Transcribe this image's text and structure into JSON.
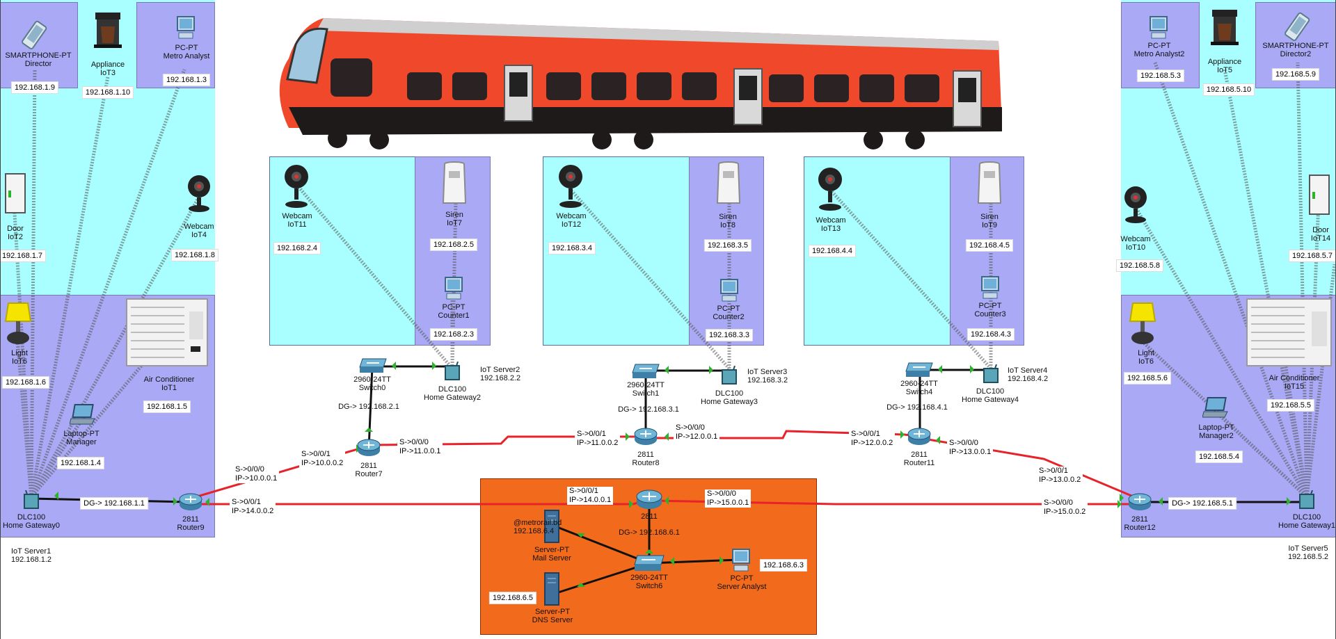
{
  "iot_left": {
    "smartphone": {
      "type": "SMARTPHONE-PT",
      "name": "Director",
      "ip": "192.168.1.9"
    },
    "appliance": {
      "type": "Appliance",
      "name": "IoT3",
      "ip": "192.168.1.10"
    },
    "pc": {
      "type": "PC-PT",
      "name": "Metro Analyst",
      "ip": "192.168.1.3"
    },
    "door": {
      "type": "Door",
      "name": "IoT2",
      "ip": "192.168.1.7"
    },
    "webcam": {
      "type": "Webcam",
      "name": "IoT4",
      "ip": "192.168.1.8"
    },
    "light": {
      "type": "Light",
      "name": "IoT6",
      "ip": "192.168.1.6"
    },
    "ac": {
      "type": "Air Conditioner",
      "name": "IoT1",
      "ip": "192.168.1.5"
    },
    "laptop": {
      "type": "Laptop-PT",
      "name": "Manager",
      "ip": "192.168.1.4"
    },
    "gateway": {
      "type": "DLC100",
      "name": "Home Gateway0"
    },
    "router": {
      "type": "2811",
      "name": "Router9"
    },
    "dg": "DG-> 192.168.1.1",
    "server": {
      "name": "IoT Server1",
      "ip": "192.168.1.2"
    }
  },
  "iot_right": {
    "pc": {
      "type": "PC-PT",
      "name": "Metro Analyst2",
      "ip": "192.168.5.3"
    },
    "appliance": {
      "type": "Appliance",
      "name": "IoT5",
      "ip": "192.168.5.10"
    },
    "smartphone": {
      "type": "SMARTPHONE-PT",
      "name": "Director2",
      "ip": "192.168.5.9"
    },
    "webcam": {
      "type": "Webcam",
      "name": "IoT10",
      "ip": "192.168.5.8"
    },
    "door": {
      "type": "Door",
      "name": "IoT14",
      "ip": "192.168.5.7"
    },
    "light": {
      "type": "Light",
      "name": "IoT6",
      "ip": "192.168.5.6"
    },
    "ac": {
      "type": "Air Conditioner",
      "name": "IoT15",
      "ip": "192.168.5.5"
    },
    "laptop": {
      "type": "Laptop-PT",
      "name": "Manager2",
      "ip": "192.168.5.4"
    },
    "gateway": {
      "type": "DLC100",
      "name": "Home Gateway1"
    },
    "router": {
      "type": "2811",
      "name": "Router12"
    },
    "dg": "DG-> 192.168.5.1",
    "server": {
      "name": "IoT Server5",
      "ip": "192.168.5.2"
    }
  },
  "stations": [
    {
      "webcam": {
        "type": "Webcam",
        "name": "IoT11",
        "ip": "192.168.2.4"
      },
      "siren": {
        "type": "Siren",
        "name": "IoT7",
        "ip": "192.168.2.5"
      },
      "pc": {
        "type": "PC-PT",
        "name": "Counter1",
        "ip": "192.168.2.3"
      },
      "switch": {
        "type": "2960-24TT",
        "name": "Switch0"
      },
      "gateway": {
        "type": "DLC100",
        "name": "Home Gateway2"
      },
      "server": {
        "name": "IoT Server2",
        "ip": "192.168.2.2"
      },
      "dg": "DG-> 192.168.2.1",
      "router": {
        "type": "2811",
        "name": "Router7"
      }
    },
    {
      "webcam": {
        "type": "Webcam",
        "name": "IoT12",
        "ip": "192.168.3.4"
      },
      "siren": {
        "type": "Siren",
        "name": "IoT8",
        "ip": "192.168.3.5"
      },
      "pc": {
        "type": "PC-PT",
        "name": "Counter2",
        "ip": "192.168.3.3"
      },
      "switch": {
        "type": "2960-24TT",
        "name": "Switch1"
      },
      "gateway": {
        "type": "DLC100",
        "name": "Home Gateway3"
      },
      "server": {
        "name": "IoT Server3",
        "ip": "192.168.3.2"
      },
      "dg": "DG-> 192.168.3.1",
      "router": {
        "type": "2811",
        "name": "Router8"
      }
    },
    {
      "webcam": {
        "type": "Webcam",
        "name": "IoT13",
        "ip": "192.168.4.4"
      },
      "siren": {
        "type": "Siren",
        "name": "IoT9",
        "ip": "192.168.4.5"
      },
      "pc": {
        "type": "PC-PT",
        "name": "Counter3",
        "ip": "192.168.4.3"
      },
      "switch": {
        "type": "2960-24TT",
        "name": "Switch4"
      },
      "gateway": {
        "type": "DLC100",
        "name": "Home Gateway4"
      },
      "server": {
        "name": "IoT Server4",
        "ip": "192.168.4.2"
      },
      "dg": "DG-> 192.168.4.1",
      "router": {
        "type": "2811",
        "name": "Router11"
      }
    }
  ],
  "links": {
    "r7_left_a": [
      "S->0/0/1",
      "IP->10.0.0.2"
    ],
    "r9_a": [
      "S->0/0/0",
      "IP->10.0.0.1"
    ],
    "r9_b": [
      "S->0/0/1",
      "IP->14.0.0.2"
    ],
    "r7_right": [
      "S->0/0/0",
      "IP->11.0.0.1"
    ],
    "r8_left": [
      "S->0/0/1",
      "IP->11.0.0.2"
    ],
    "r8_right": [
      "S->0/0/0",
      "IP->12.0.0.1"
    ],
    "r11_left": [
      "S->0/0/1",
      "IP->12.0.0.2"
    ],
    "r11_right": [
      "S->0/0/0",
      "IP->13.0.0.1"
    ],
    "r12_a": [
      "S->0/0/1",
      "IP->13.0.0.2"
    ],
    "r12_b": [
      "S->0/0/0",
      "IP->15.0.0.2"
    ],
    "core_left": [
      "S->0/0/1",
      "IP->14.0.0.1"
    ],
    "core_right": [
      "S->0/0/0",
      "IP->15.0.0.1"
    ]
  },
  "core": {
    "router": {
      "type": "2811"
    },
    "dg": "DG-> 192.168.6.1",
    "switch": {
      "type": "2960-24TT",
      "name": "Switch6"
    },
    "mail": {
      "domain": "@metrorail.bd",
      "ip": "192.168.6.4",
      "type": "Server-PT",
      "name": "Mail Server"
    },
    "dns": {
      "ip": "192.168.6.5",
      "type": "Server-PT",
      "name": "DNS Server"
    },
    "analyst": {
      "ip": "192.168.6.3",
      "type": "PC-PT",
      "name": "Server Analyst"
    }
  },
  "colors": {
    "cyan_zone": "#a9ffff",
    "lavender_zone": "#a9a9f6",
    "core_zone": "#f26a1b",
    "serial_link": "#e8222a",
    "ethernet_link": "#111111",
    "link_light": "#2bb32b",
    "train_body": "#f0482a"
  }
}
